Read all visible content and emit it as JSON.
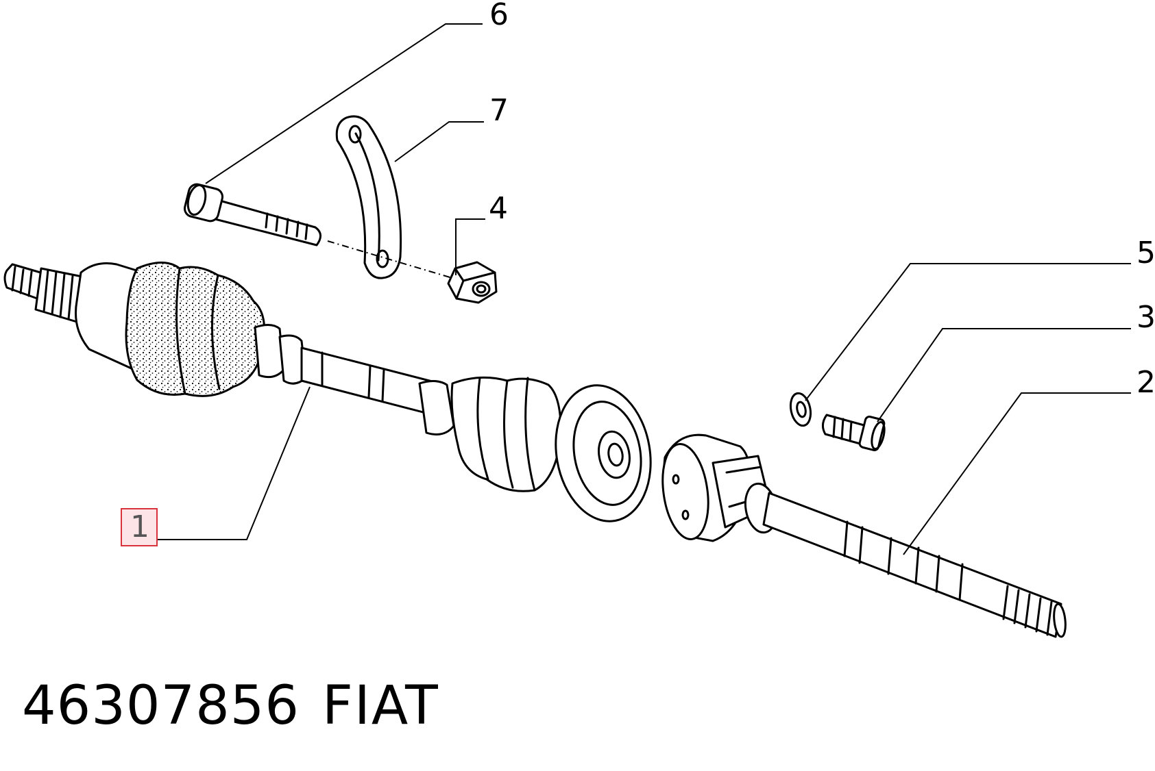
{
  "callouts": {
    "c1": "1",
    "c2": "2",
    "c3": "3",
    "c4": "4",
    "c5": "5",
    "c6": "6",
    "c7": "7"
  },
  "footer": {
    "part_number": "46307856",
    "brand": "FIAT"
  },
  "colors": {
    "highlight_border": "#d9323a",
    "highlight_fill": "#fde4e6"
  }
}
